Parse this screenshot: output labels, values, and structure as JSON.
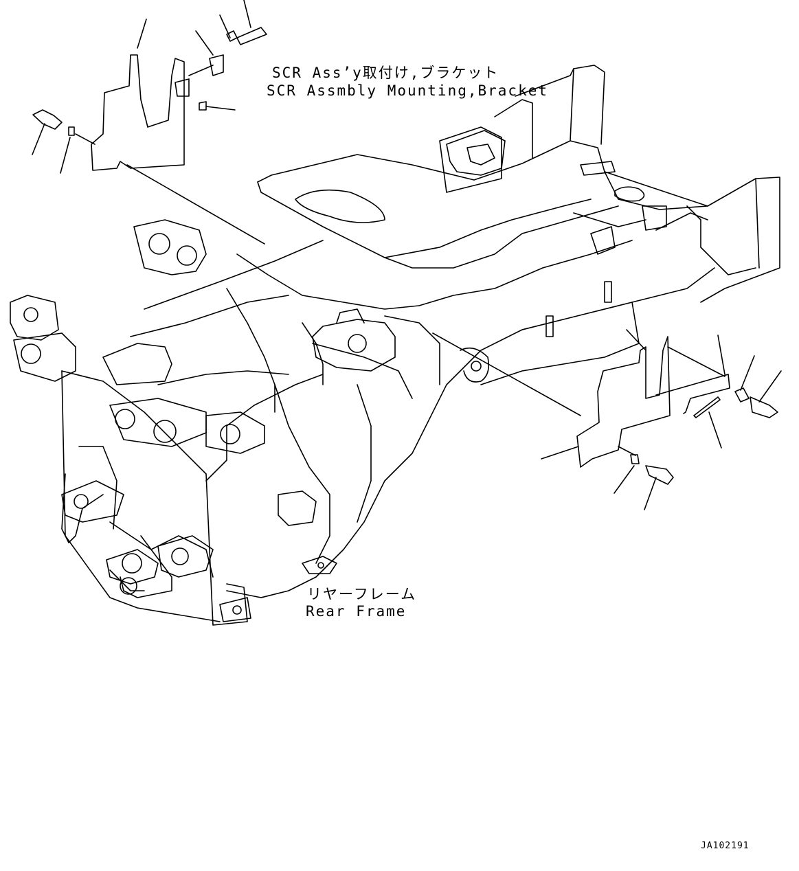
{
  "diagram": {
    "labels": {
      "scr_jp": "SCR Ass’y取付け,ブラケット",
      "scr_en": "SCR Assmbly Mounting,Bracket",
      "frame_jp": "リヤーフレーム",
      "frame_en": "Rear Frame"
    },
    "figure_id": "JA102191",
    "colors": {
      "line": "#000000",
      "background": "#ffffff"
    }
  }
}
